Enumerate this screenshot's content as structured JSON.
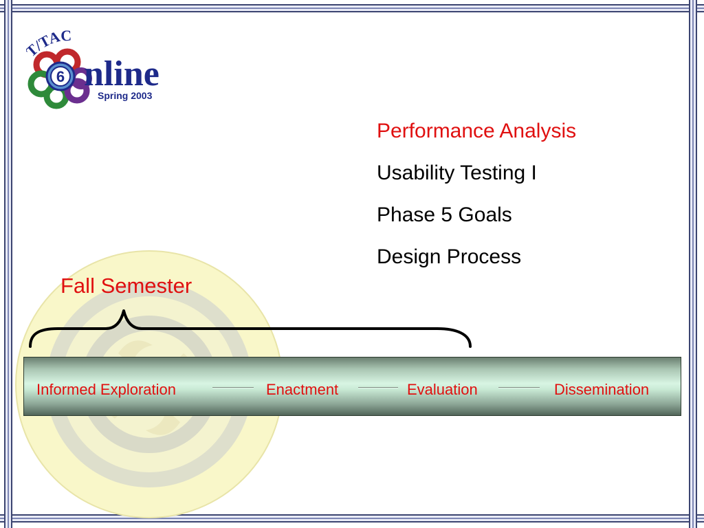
{
  "logo": {
    "brand_top": "T/TAC",
    "brand_main": "nline",
    "brand_o": "O",
    "badge_number": "6",
    "term": "Spring 2003",
    "colors": {
      "navy": "#1e2a8a",
      "green": "#2e8a3a",
      "red": "#c0282c",
      "purple": "#6b2f8f",
      "blue": "#2d5aa8"
    }
  },
  "topics": {
    "items": [
      {
        "label": "Performance Analysis",
        "active": true
      },
      {
        "label": "Usability Testing I",
        "active": false
      },
      {
        "label": "Phase 5 Goals",
        "active": false
      },
      {
        "label": "Design Process",
        "active": false
      }
    ]
  },
  "semester": {
    "label": "Fall Semester"
  },
  "phases": {
    "items": [
      {
        "label": "Informed Exploration"
      },
      {
        "label": "Enactment"
      },
      {
        "label": "Evaluation"
      },
      {
        "label": "Dissemination"
      }
    ]
  },
  "colors": {
    "accent_red": "#e01010",
    "text": "#000000",
    "frame": "#3b4470",
    "bar_light": "#d8f5e3",
    "bar_dark": "#52665a",
    "target_yellow": "#f7f5c2",
    "target_gray": "#d6d6c6"
  }
}
